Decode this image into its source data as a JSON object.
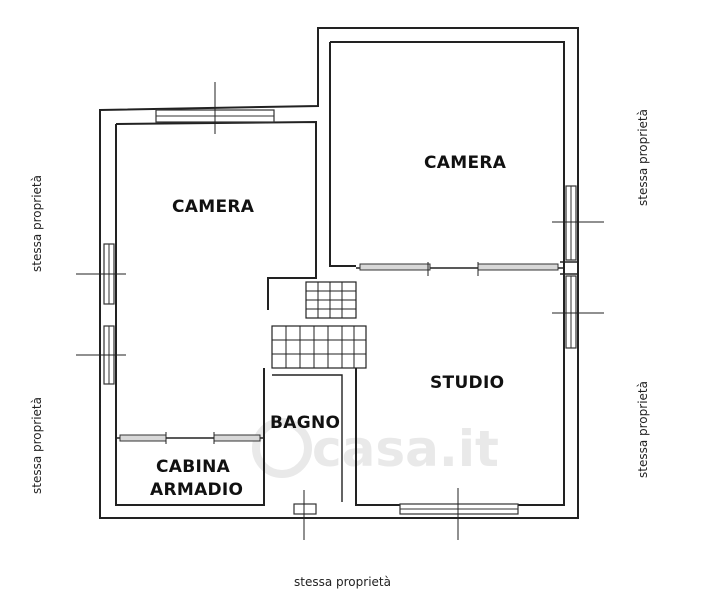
{
  "rooms": {
    "camera_left": "CAMERA",
    "camera_right": "CAMERA",
    "studio": "STUDIO",
    "bagno": "BAGNO",
    "cabina_line1": "CABINA",
    "cabina_line2": "ARMADIO"
  },
  "boundary_labels": {
    "left_top": "stessa proprietà",
    "left_bottom": "stessa proprietà",
    "right_top": "stessa proprietà",
    "right_bottom": "stessa proprietà",
    "bottom": "stessa proprietà"
  },
  "watermark": {
    "text": "casa.it"
  }
}
